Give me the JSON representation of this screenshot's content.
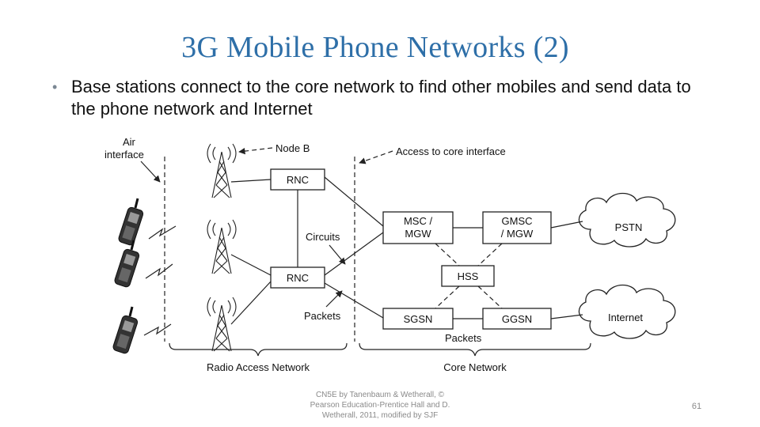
{
  "slide": {
    "title": "3G Mobile Phone Networks (2)",
    "bullet": "Base stations connect to the core network to find other mobiles and send data to the phone network and Internet",
    "footer": "CN5E by Tanenbaum & Wetherall, © Pearson Education-Prentice Hall and D. Wetherall, 2011, modified by SJF",
    "page_number": "61"
  },
  "diagram": {
    "labels": {
      "air_interface_1": "Air",
      "air_interface_2": "interface",
      "node_b": "Node B",
      "access_to_core": "Access to core interface",
      "circuits": "Circuits",
      "packets_left": "Packets",
      "packets_bottom": "Packets",
      "radio_access_network": "Radio Access Network",
      "core_network": "Core Network"
    },
    "nodes": {
      "rnc_top": "RNC",
      "rnc_bottom": "RNC",
      "msc_1": "MSC /",
      "msc_2": "MGW",
      "gmsc_1": "GMSC",
      "gmsc_2": "/ MGW",
      "hss": "HSS",
      "sgsn": "SGSN",
      "ggsn": "GGSN",
      "pstn": "PSTN",
      "internet": "Internet"
    }
  }
}
